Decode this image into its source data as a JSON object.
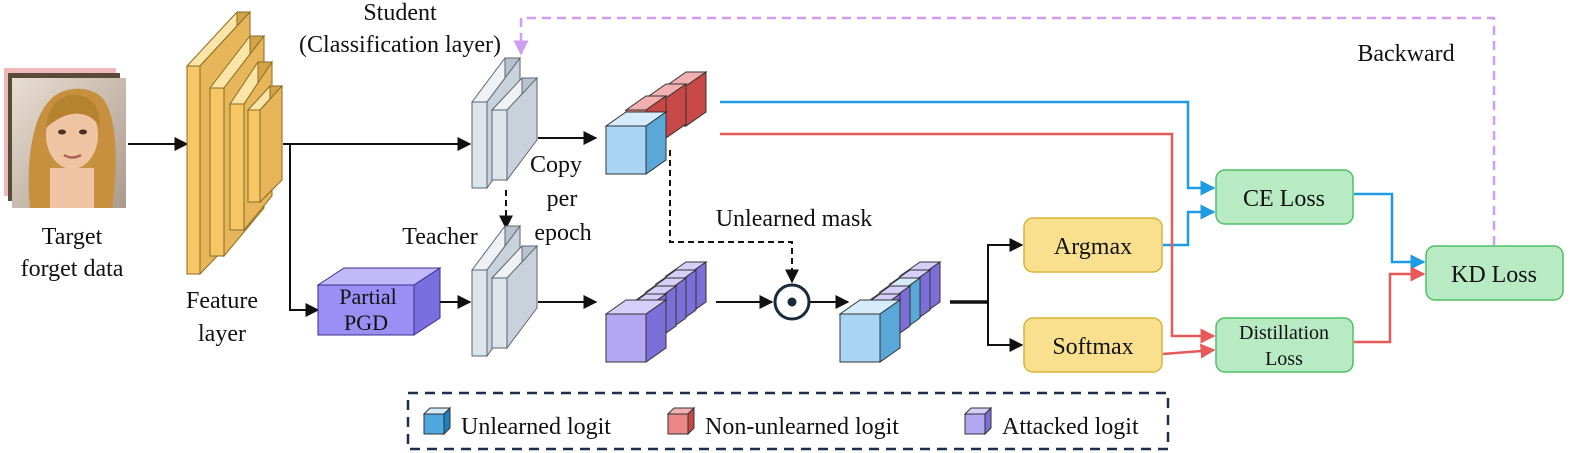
{
  "labels": {
    "target_line1": "Target",
    "target_line2": "forget data",
    "feature_line1": "Feature",
    "feature_line2": "layer",
    "student_line1": "Student",
    "student_line2": "(Classification layer)",
    "teacher": "Teacher",
    "copy_line1": "Copy",
    "copy_line2": "per",
    "copy_line3": "epoch",
    "pgd_line1": "Partial",
    "pgd_line2": "PGD",
    "unlearned_mask": "Unlearned mask",
    "backward": "Backward",
    "argmax": "Argmax",
    "softmax": "Softmax",
    "ce_loss": "CE Loss",
    "distill_line1": "Distillation",
    "distill_line2": "Loss",
    "kd_loss": "KD Loss"
  },
  "legend": {
    "unlearned": "Unlearned logit",
    "non_unlearned": "Non-unlearned logit",
    "attacked": "Attacked logit"
  },
  "colors": {
    "feature": "#f7c766",
    "classifier": "#dde4ec",
    "unlearned": "#a8d6f4",
    "non_unlearned": "#ea8888",
    "attacked": "#b3a7f1",
    "pgd": "#9b8ff5",
    "yellow_box": "#f8e08e",
    "green_box": "#b8ebc3",
    "blue_arrow": "#1f9be3",
    "red_arrow": "#e65a5a",
    "purple_dash": "#cf9ef0"
  },
  "icons": {
    "photo": "face-photo-icon",
    "hadamard": "hadamard-product-icon"
  }
}
